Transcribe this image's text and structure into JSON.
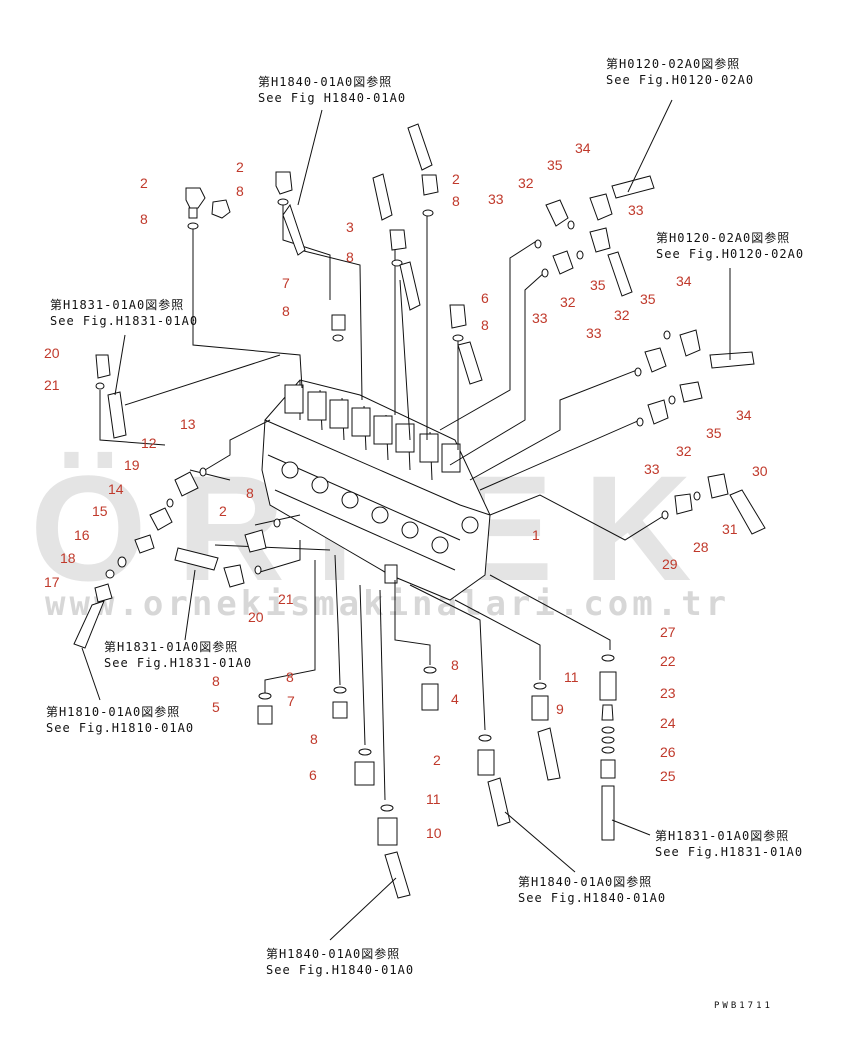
{
  "watermark": {
    "brand": "ÖRNEK",
    "url": "www.ornekismakinalari.com.tr"
  },
  "drawing_code": "PWB1711",
  "references": [
    {
      "id": "ref-top-h1840",
      "jp": "第H1840-01A0図参照",
      "en": "See Fig H1840-01A0"
    },
    {
      "id": "ref-top-h0120",
      "jp": "第H0120-02A0図参照",
      "en": "See Fig.H0120-02A0"
    },
    {
      "id": "ref-right-h0120",
      "jp": "第H0120-02A0図参照",
      "en": "See Fig.H0120-02A0"
    },
    {
      "id": "ref-left-h1831",
      "jp": "第H1831-01A0図参照",
      "en": "See Fig.H1831-01A0"
    },
    {
      "id": "ref-mid-h1831",
      "jp": "第H1831-01A0図参照",
      "en": "See Fig.H1831-01A0"
    },
    {
      "id": "ref-left-h1810",
      "jp": "第H1810-01A0図参照",
      "en": "See Fig.H1810-01A0"
    },
    {
      "id": "ref-right-h1831",
      "jp": "第H1831-01A0図参照",
      "en": "See Fig.H1831-01A0"
    },
    {
      "id": "ref-bottom-h1840",
      "jp": "第H1840-01A0図参照",
      "en": "See Fig.H1840-01A0"
    },
    {
      "id": "ref-bottom2-h1840",
      "jp": "第H1840-01A0図参照",
      "en": "See Fig.H1840-01A0"
    }
  ],
  "callouts": [
    "2",
    "8",
    "2",
    "8",
    "3",
    "8",
    "2",
    "8",
    "7",
    "8",
    "6",
    "8",
    "33",
    "32",
    "35",
    "34",
    "33",
    "32",
    "35",
    "33",
    "20",
    "21",
    "13",
    "12",
    "19",
    "14",
    "15",
    "16",
    "18",
    "17",
    "2",
    "8",
    "20",
    "21",
    "33",
    "32",
    "35",
    "34",
    "34",
    "35",
    "32",
    "33",
    "30",
    "31",
    "28",
    "29",
    "1",
    "27",
    "22",
    "23",
    "24",
    "26",
    "25",
    "8",
    "5",
    "7",
    "8",
    "6",
    "8",
    "4",
    "8",
    "2",
    "11",
    "9",
    "11",
    "10"
  ]
}
